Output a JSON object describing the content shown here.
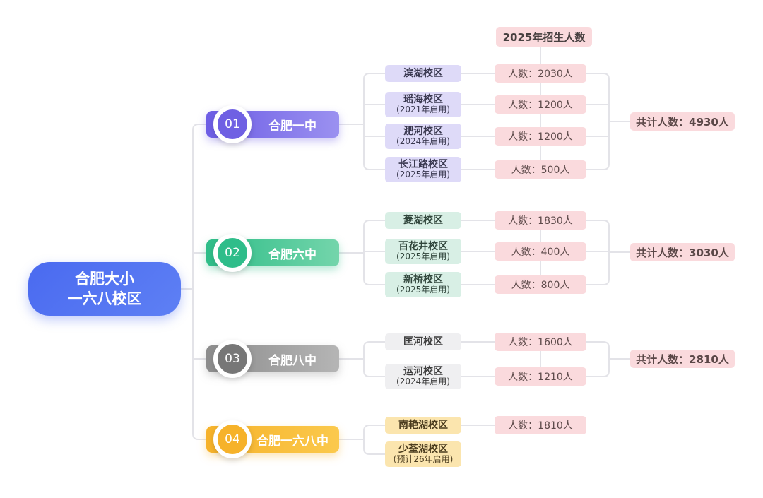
{
  "root": {
    "line1": "合肥大小",
    "line2": "一六八校区"
  },
  "column_header": {
    "label": "2025年招生人数"
  },
  "branches": [
    {
      "id": "01",
      "name": "合肥一中",
      "total": 4930,
      "total_text": "共计人数：4930人",
      "campuses": [
        {
          "name": "滨湖校区",
          "note": "",
          "count": 2030,
          "count_text": "人数：2030人"
        },
        {
          "name": "瑶海校区",
          "note": "(2021年启用)",
          "count": 1200,
          "count_text": "人数：1200人"
        },
        {
          "name": "淝河校区",
          "note": "(2024年启用)",
          "count": 1200,
          "count_text": "人数：1200人"
        },
        {
          "name": "长江路校区",
          "note": "(2025年启用)",
          "count": 500,
          "count_text": "人数：500人"
        }
      ]
    },
    {
      "id": "02",
      "name": "合肥六中",
      "total": 3030,
      "total_text": "共计人数：3030人",
      "campuses": [
        {
          "name": "菱湖校区",
          "note": "",
          "count": 1830,
          "count_text": "人数：1830人"
        },
        {
          "name": "百花井校区",
          "note": "(2025年启用)",
          "count": 400,
          "count_text": "人数：400人"
        },
        {
          "name": "新桥校区",
          "note": "(2025年启用)",
          "count": 800,
          "count_text": "人数：800人"
        }
      ]
    },
    {
      "id": "03",
      "name": "合肥八中",
      "total": 2810,
      "total_text": "共计人数：2810人",
      "campuses": [
        {
          "name": "匡河校区",
          "note": "",
          "count": 1600,
          "count_text": "人数：1600人"
        },
        {
          "name": "运河校区",
          "note": "(2024年启用)",
          "count": 1210,
          "count_text": "人数：1210人"
        }
      ]
    },
    {
      "id": "04",
      "name": "合肥一六八中",
      "total": null,
      "total_text": "",
      "campuses": [
        {
          "name": "南艳湖校区",
          "note": "",
          "count": 1810,
          "count_text": "人数：1810人"
        },
        {
          "name": "少荃湖校区",
          "note": "(预计26年启用)",
          "count": null,
          "count_text": ""
        }
      ]
    }
  ],
  "colors": {
    "root_blue": "#4a6af0",
    "branch_01_purple": "#6d5de5",
    "branch_02_green": "#2ebd88",
    "branch_03_gray": "#8c8c8c",
    "branch_04_yellow": "#f6b22a",
    "campus_01_bg": "#dedaf8",
    "campus_02_bg": "#d8efe5",
    "campus_03_bg": "#efeff1",
    "campus_04_bg": "#fbe5ae",
    "count_bg": "#fadadd",
    "connector": "#e3e3e8"
  }
}
